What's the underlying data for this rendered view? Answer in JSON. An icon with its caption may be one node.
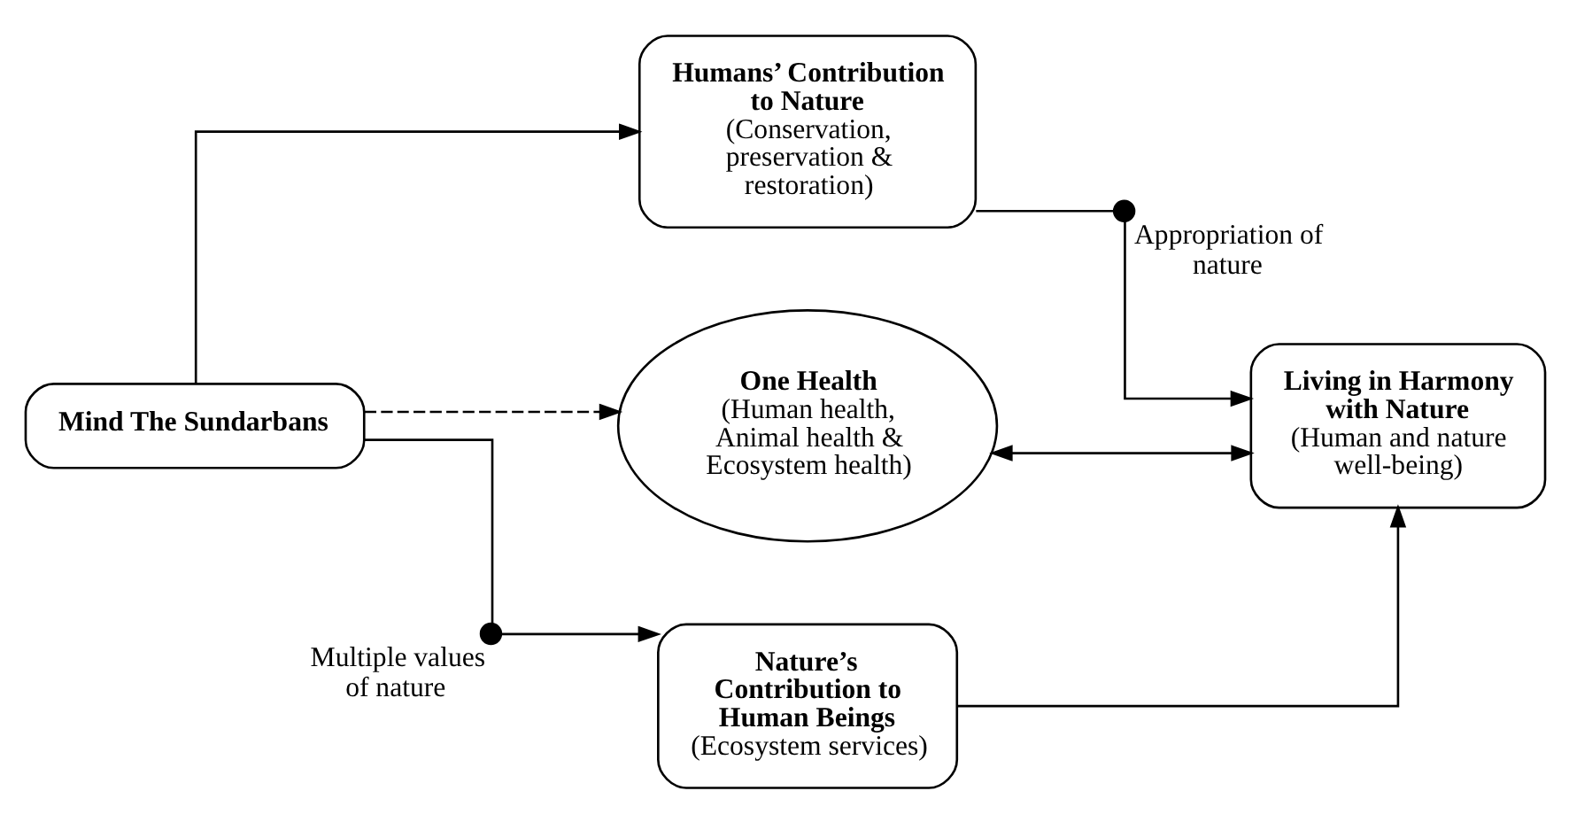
{
  "diagram": {
    "nodes": [
      {
        "text": [
          "Mind The Sundarbans"
        ]
      },
      {
        "text": [
          "Humans’ Contribution to Nature",
          "(Conservation, preservation & restoration)"
        ]
      },
      {
        "text": [
          "One Health",
          "(Human health, Animal health & Ecosystem health)"
        ]
      },
      {
        "text": [
          "Living in Harmony with Nature",
          "(Human and nature well-being)"
        ]
      },
      {
        "text": [
          "Nature’s Contribution to Human Beings",
          "(Ecosystem services)"
        ]
      },
      {
        "text": [],
        "shape": "circle",
        "beside": [
          "Appropriation of nature"
        ]
      },
      {
        "text": [],
        "shape": "circle",
        "beside": [
          "Multiple values of nature"
        ]
      }
    ],
    "edges": [
      {
        "from": 0,
        "to": 1,
        "arrow": "to"
      },
      {
        "from": 0,
        "to": 2,
        "arrow": "to",
        "style": "dashed"
      },
      {
        "from": 2,
        "to": 3,
        "arrow": "both"
      },
      {
        "from": 1,
        "to": 5,
        "arrow": "none"
      },
      {
        "from": 5,
        "to": 3,
        "arrow": "to"
      },
      {
        "from": 0,
        "to": 6,
        "arrow": "none"
      },
      {
        "from": 6,
        "to": 4,
        "arrow": "to"
      },
      {
        "from": 4,
        "to": 3,
        "arrow": "to"
      }
    ]
  }
}
